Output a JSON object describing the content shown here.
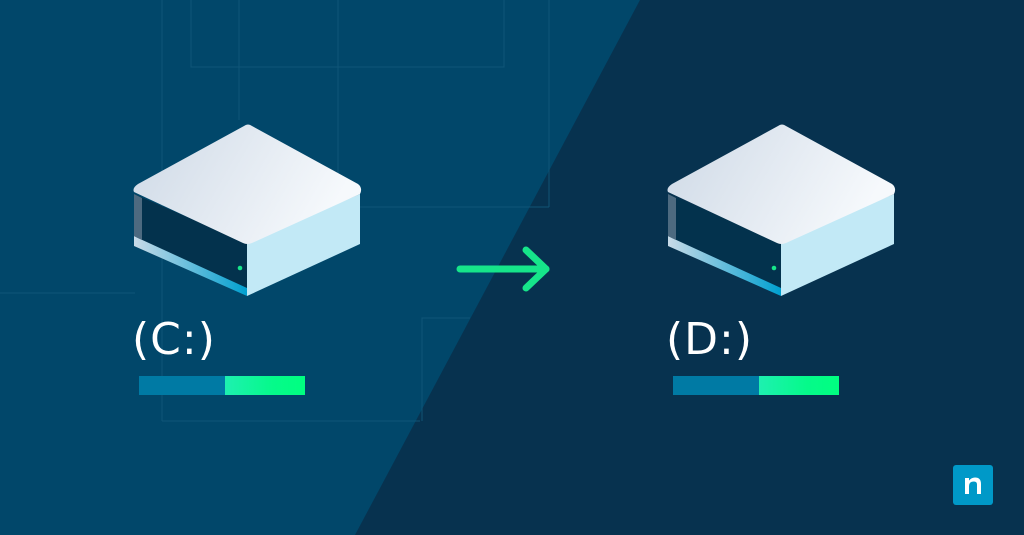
{
  "scene": {
    "colors": {
      "left_panel": "#01476a",
      "right_panel": "#07324f",
      "grid_line": "#12587a",
      "accent_green": "#16e58a",
      "bar_used": "#007aa4",
      "bar_free": "#00ff80",
      "logo_bg": "#0099c8"
    }
  },
  "source_drive": {
    "label": "(C:)",
    "icon": "hard-drive-icon",
    "usage_used_pct": 52,
    "usage_free_pct": 48
  },
  "target_drive": {
    "label": "(D:)",
    "icon": "hard-drive-icon",
    "usage_used_pct": 52,
    "usage_free_pct": 48
  },
  "transfer_arrow": {
    "icon": "arrow-right-icon",
    "direction": "right"
  },
  "brand": {
    "logo_letter": "n",
    "icon": "ninjaone-logo-icon"
  }
}
